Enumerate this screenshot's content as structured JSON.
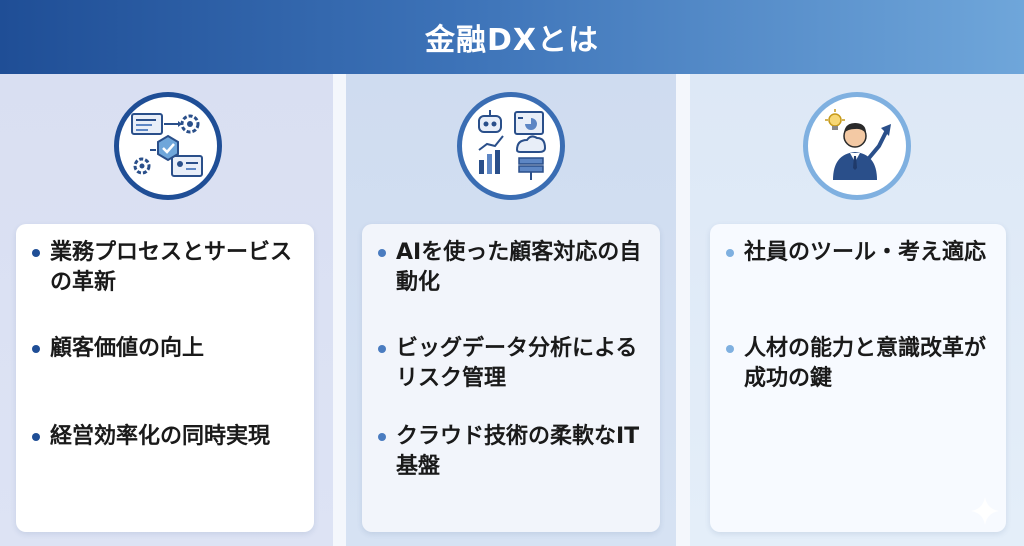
{
  "header": {
    "title": "金融DXとは"
  },
  "columns": [
    {
      "icon": "process-automation-icon",
      "items": [
        "業務プロセスとサービスの革新",
        "顧客価値の向上",
        "経営効率化の同時実現"
      ]
    },
    {
      "icon": "ai-cloud-data-icon",
      "items": [
        "AIを使った顧客対応の自動化",
        "ビッグデータ分析によるリスク管理",
        "クラウド技術の柔軟なIT基盤"
      ]
    },
    {
      "icon": "businessperson-growth-icon",
      "items": [
        "社員のツール・考え適応",
        "人材の能力と意識改革が成功の鍵"
      ]
    }
  ],
  "colors": {
    "header_start": "#1f4e96",
    "header_end": "#6fa6da",
    "accent_dark": "#1f4e96",
    "accent_mid": "#4a7cc0",
    "accent_light": "#7fb0e0"
  }
}
